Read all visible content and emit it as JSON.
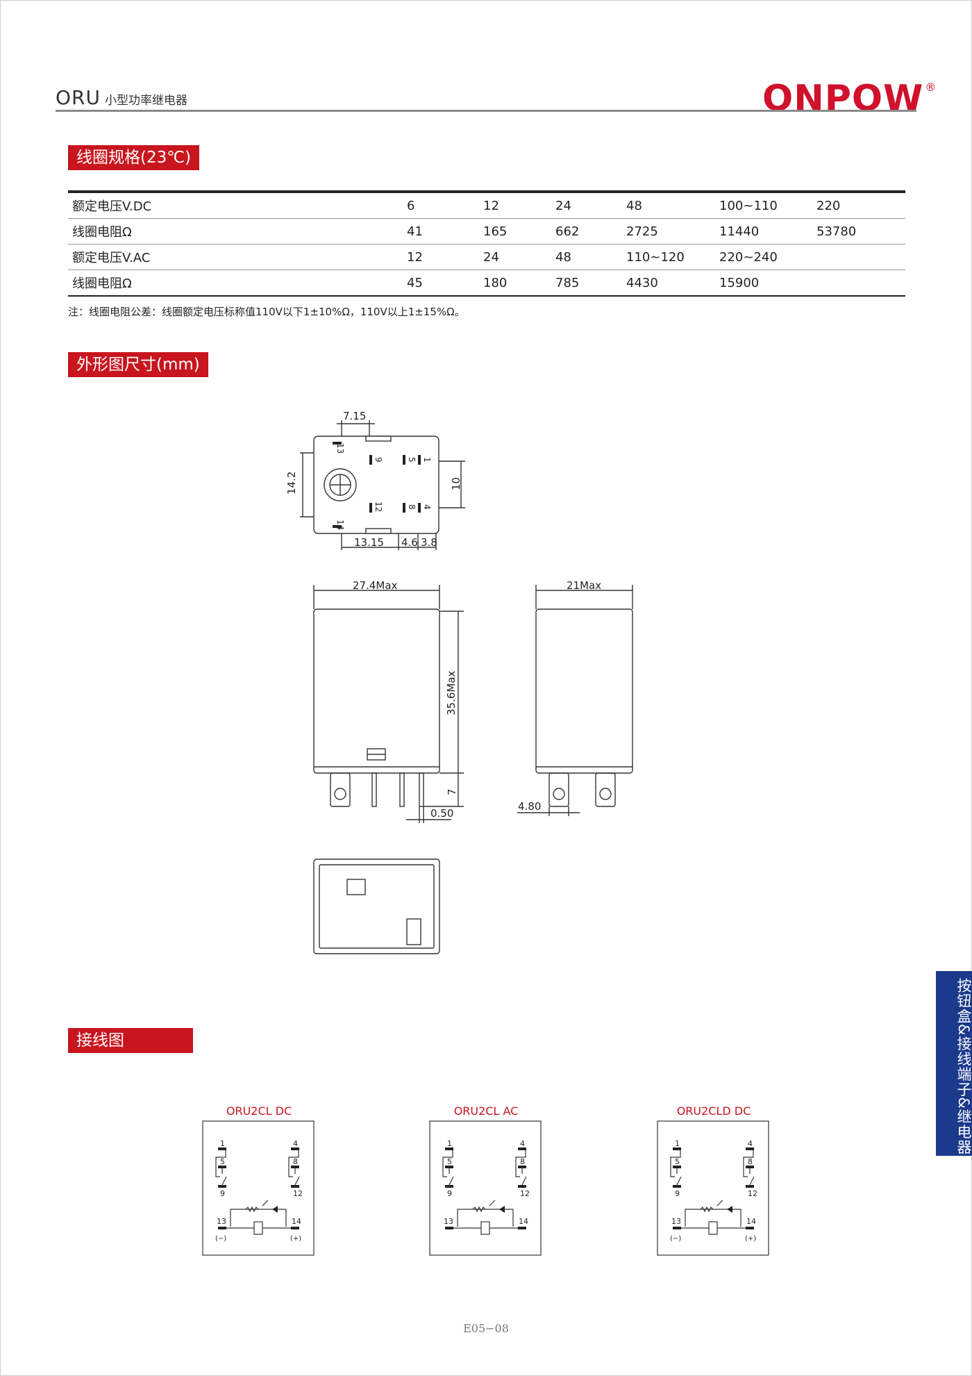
{
  "header": {
    "product": "ORU",
    "product_sub": "小型功率继电器",
    "brand": "ONPOW",
    "brand_mark": "®"
  },
  "sections": {
    "coil": "线圈规格(23℃)",
    "dims": "外形图尺寸(mm)",
    "wiring": "接线图"
  },
  "coil_table": {
    "rows": [
      {
        "label": "额定电压V.DC",
        "values": [
          "6",
          "12",
          "24",
          "48",
          "100~110",
          "220"
        ]
      },
      {
        "label": "线圈电阻Ω",
        "values": [
          "41",
          "165",
          "662",
          "2725",
          "11440",
          "53780"
        ]
      },
      {
        "label": "额定电压V.AC",
        "values": [
          "12",
          "24",
          "48",
          "110~120",
          "220~240",
          ""
        ]
      },
      {
        "label": "线圈电阻Ω",
        "values": [
          "45",
          "180",
          "785",
          "4430",
          "15900",
          ""
        ]
      }
    ],
    "note": "注：线圈电阻公差：线圈额定电压标称值110V以下1±10%Ω，110V以上1±15%Ω。"
  },
  "dimensions": {
    "top_width": "7.15",
    "height_left": "14.2",
    "height_right": "10",
    "bottom_a": "13.15",
    "bottom_b": "4.6",
    "bottom_c": "3.8",
    "front_width": "27.4Max",
    "front_height": "35.6Max",
    "pin_length": "7",
    "pin_thickness": "0.50",
    "side_width": "21Max",
    "side_pin": "4.80",
    "pins": [
      "13",
      "9",
      "5",
      "1",
      "12",
      "8",
      "4",
      "14"
    ]
  },
  "wiring": [
    {
      "title": "ORU2CL DC",
      "polarity_left": "(−)",
      "polarity_right": "(+)"
    },
    {
      "title": "ORU2CL AC",
      "polarity_left": "",
      "polarity_right": ""
    },
    {
      "title": "ORU2CLD DC",
      "polarity_left": "(−)",
      "polarity_right": "(+)"
    }
  ],
  "wiring_pins": {
    "p1": "1",
    "p5": "5",
    "p9": "9",
    "p4": "4",
    "p8": "8",
    "p12": "12",
    "p13": "13",
    "p14": "14"
  },
  "side_tab": "按钮盒&接线端子&继电器",
  "footer": "E05−08"
}
